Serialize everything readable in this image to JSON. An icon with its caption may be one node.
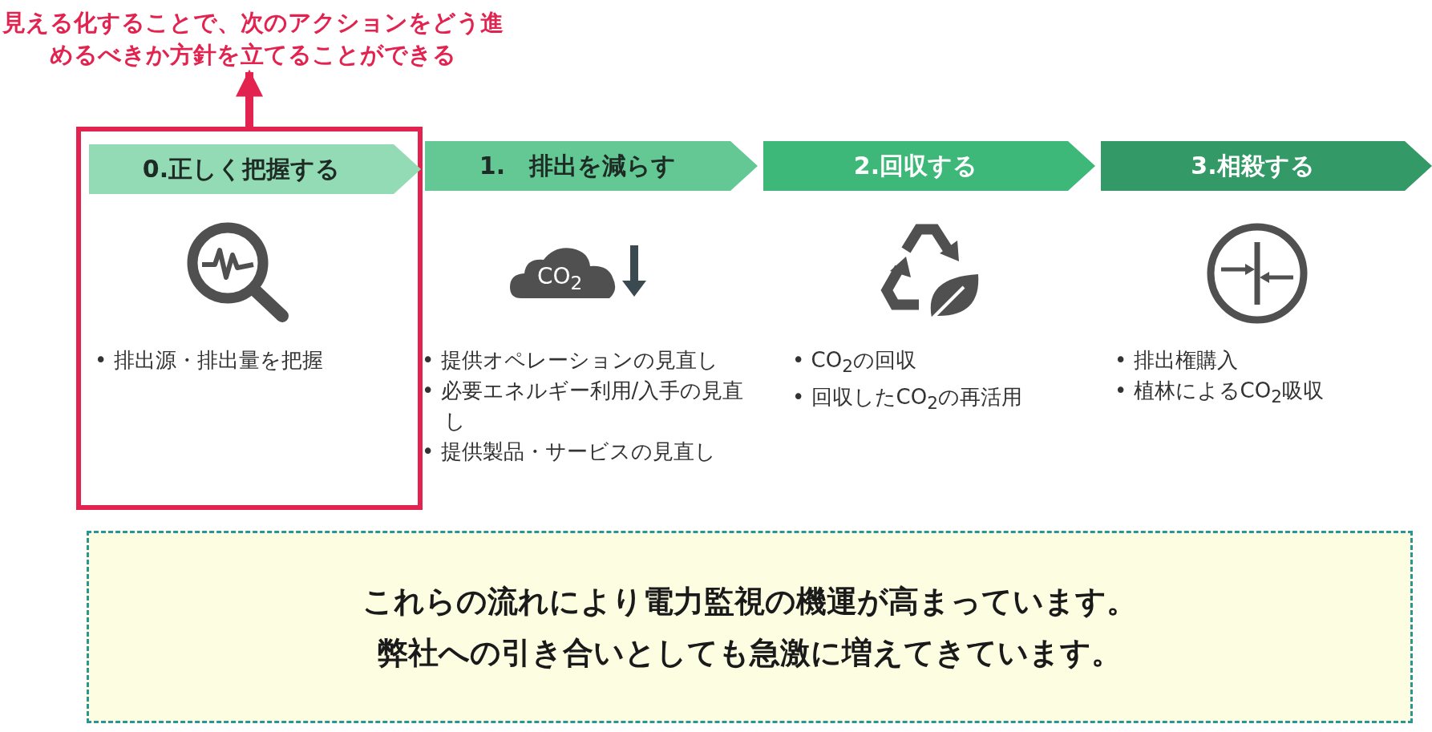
{
  "diagram": {
    "nodes": [
      {
        "text": [
          "見える化することで、次のアクションをどう進めるべきか方針を立てることができる"
        ]
      },
      {
        "text": [],
        "shape": "box"
      },
      {
        "text": [
          "0.正しく把握する"
        ],
        "in": 1
      },
      {
        "text": [
          "1.　排出を減らす"
        ]
      },
      {
        "text": [
          "2.回収する"
        ]
      },
      {
        "text": [
          "3.相殺する"
        ]
      },
      {
        "text": [
          "CO$_{2}$"
        ]
      },
      {
        "text": [
          "これらの流れにより電力監視の機運が高まっています。",
          "弊社への引き合いとしても急激に増えてきています。"
        ]
      }
    ],
    "edges": [
      {
        "from": 1,
        "to": 0,
        "arrow": "to"
      }
    ],
    "labels": [
      "• 排出源・排出量を把握",
      "• 提供オペレーションの見直し",
      "• 必要エネルギー利用/入手の見直し",
      "• 提供製品・サービスの見直し",
      "• CO$_{2}$の回収",
      "• 回収したCO$_{2}$の再活用",
      "• 排出権購入",
      "• 植林によるCO$_{2}$吸収"
    ]
  }
}
